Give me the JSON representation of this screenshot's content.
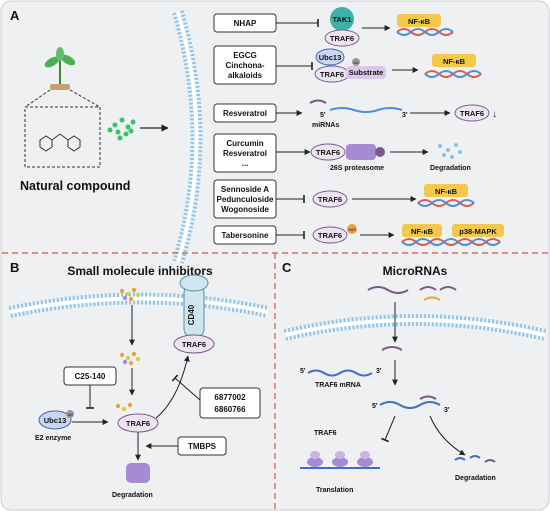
{
  "panels": {
    "a": {
      "letter": "A",
      "natural_compound": "Natural compound",
      "rows": [
        {
          "box": [
            "NHAP"
          ],
          "target": "TAK1",
          "traf": "TRAF6",
          "effect": "NF-κB"
        },
        {
          "box": [
            "EGCG",
            "Cinchona-",
            "alkaloids"
          ],
          "enzyme": "Ubc13",
          "traf": "TRAF6",
          "substrate": "Substrate",
          "ub": "Ub",
          "effect": "NF-κB"
        },
        {
          "box": [
            "Resveratrol"
          ],
          "mirna": "miRNAs",
          "five": "5'",
          "three": "3'",
          "traf": "TRAF6",
          "down": "↓"
        },
        {
          "box": [
            "Curcumin",
            "Resveratrol",
            "..."
          ],
          "traf": "TRAF6",
          "proteasome": "26S proteasome",
          "effect": "Degradation"
        },
        {
          "box": [
            "Sennoside A",
            "Pedunculoside",
            "Wogonoside"
          ],
          "traf": "TRAF6",
          "effect": "NF-κB"
        },
        {
          "box": [
            "Tabersonine"
          ],
          "traf": "TRAF6",
          "k63": "K63",
          "effect": "NF-κB",
          "effect2": "p38-MAPK"
        }
      ]
    },
    "b": {
      "letter": "B",
      "title": "Small molecule inhibitors",
      "cd40": "CD40",
      "traf_top": "TRAF6",
      "c25": "C25-140",
      "inhib": [
        "6877002",
        "6860766"
      ],
      "ubc13": "Ubc13",
      "ub": "Ub",
      "e2": "E2 enzyme",
      "traf_mid": "TRAF6",
      "tmbps": "TMBPS",
      "degradation": "Degradation"
    },
    "c": {
      "letter": "C",
      "title": "MicroRNAs",
      "five1": "5'",
      "three1": "3'",
      "mrna": "TRAF6 mRNA",
      "five2": "5'",
      "three2": "3'",
      "traf": "TRAF6",
      "translation": "Translation",
      "degradation": "Degradation"
    }
  },
  "colors": {
    "panel_bg": "#eef0f2",
    "traf6_fill": "#ede6f2",
    "traf6_stroke": "#7a5a8c",
    "tak1": "#3bb3a8",
    "nfkb_fill": "#f2c94c",
    "dashed_divider": "#d9534f",
    "membrane": "#8fc5ea",
    "green_dots": "#3cc06a"
  }
}
